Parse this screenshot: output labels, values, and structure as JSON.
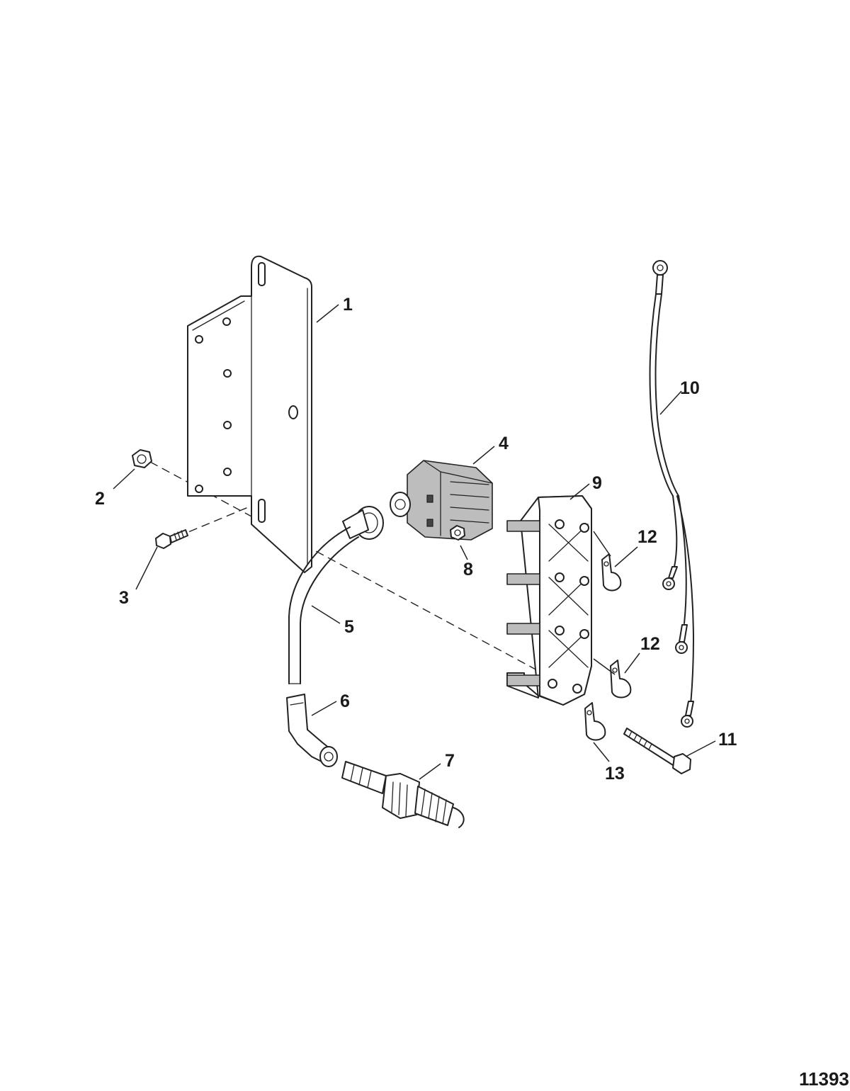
{
  "diagram": {
    "figure_id": "11393",
    "callouts": [
      {
        "number": "1",
        "part": "mounting-bracket"
      },
      {
        "number": "2",
        "part": "hex-nut"
      },
      {
        "number": "3",
        "part": "screw"
      },
      {
        "number": "4",
        "part": "ignition-coil"
      },
      {
        "number": "5",
        "part": "high-tension-lead"
      },
      {
        "number": "6",
        "part": "spark-plug-boot"
      },
      {
        "number": "7",
        "part": "spark-plug"
      },
      {
        "number": "8",
        "part": "nut"
      },
      {
        "number": "9",
        "part": "coil-mounting-plate"
      },
      {
        "number": "10",
        "part": "ground-wire-harness"
      },
      {
        "number": "11",
        "part": "bolt"
      },
      {
        "number": "12",
        "part": "j-clip"
      },
      {
        "number": "12",
        "part": "j-clip"
      },
      {
        "number": "13",
        "part": "j-clip"
      }
    ]
  }
}
